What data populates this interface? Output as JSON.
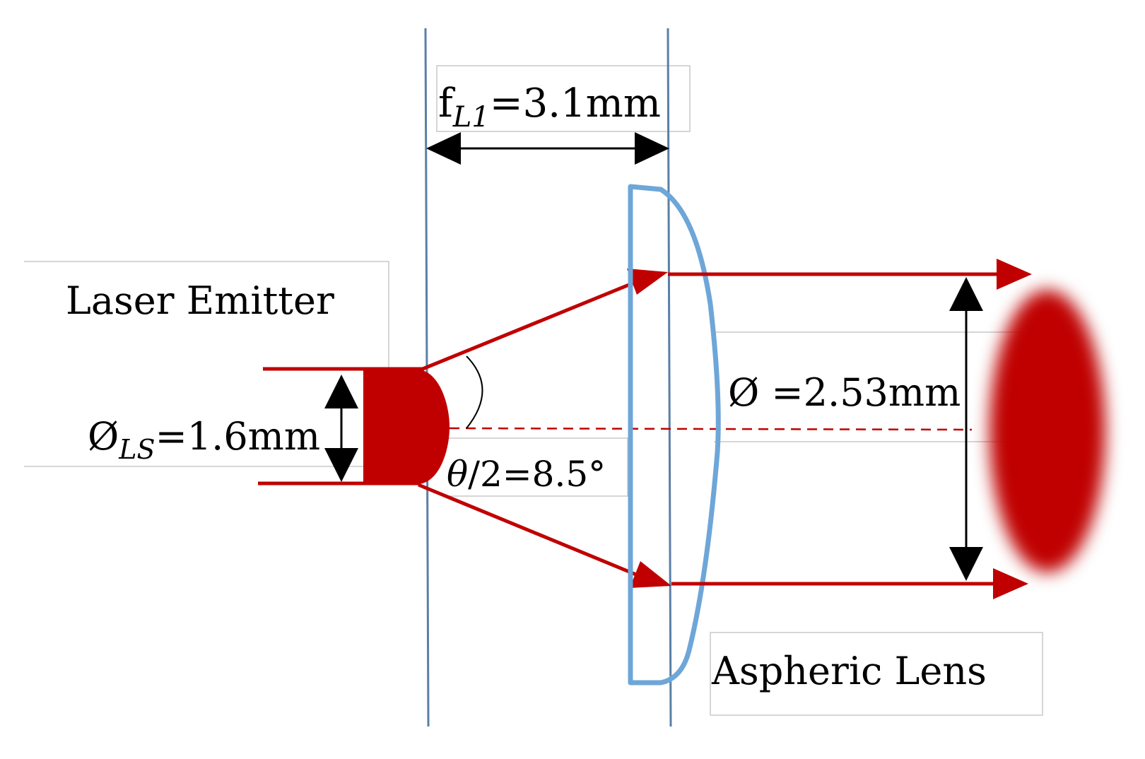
{
  "labels": {
    "laser_emitter": "Laser Emitter",
    "aspheric_lens": "Aspheric Lens",
    "focal_length": {
      "main": "f",
      "subscript": "L1",
      "value": "=3.1mm"
    },
    "source_diameter": {
      "main": "Ø",
      "subscript": "LS",
      "value": "=1.6mm"
    },
    "half_angle": {
      "symbol": "θ",
      "value": "/2=8.5°"
    },
    "beam_diameter": "Ø =2.53mm"
  },
  "colors": {
    "beam": "#c00000",
    "lens": "#6ea6d8",
    "reference_line": "#5b7fa6",
    "box_border": "#c8c8c8",
    "text": "#000000"
  }
}
